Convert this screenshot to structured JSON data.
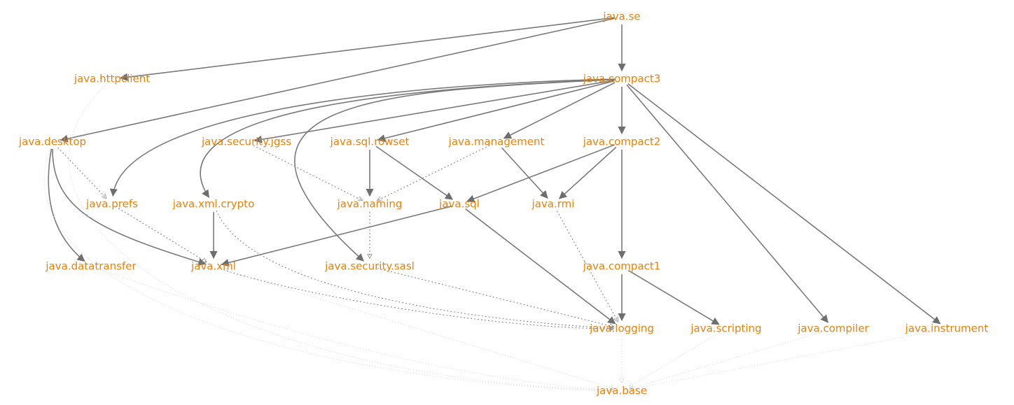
{
  "diagram": {
    "node_color": "#e8820c",
    "edge_color": "#7a7a7a",
    "nodes": [
      {
        "id": "java.se",
        "label": "java.se"
      },
      {
        "id": "java.httpclient",
        "label": "java.httpclient"
      },
      {
        "id": "java.compact3",
        "label": "java.compact3"
      },
      {
        "id": "java.desktop",
        "label": "java.desktop"
      },
      {
        "id": "java.security.jgss",
        "label": "java.security.jgss"
      },
      {
        "id": "java.sql.rowset",
        "label": "java.sql.rowset"
      },
      {
        "id": "java.management",
        "label": "java.management"
      },
      {
        "id": "java.compact2",
        "label": "java.compact2"
      },
      {
        "id": "java.prefs",
        "label": "java.prefs"
      },
      {
        "id": "java.xml.crypto",
        "label": "java.xml.crypto"
      },
      {
        "id": "java.naming",
        "label": "java.naming"
      },
      {
        "id": "java.sql",
        "label": "java.sql"
      },
      {
        "id": "java.rmi",
        "label": "java.rmi"
      },
      {
        "id": "java.datatransfer",
        "label": "java.datatransfer"
      },
      {
        "id": "java.xml",
        "label": "java.xml"
      },
      {
        "id": "java.security.sasl",
        "label": "java.security.sasl"
      },
      {
        "id": "java.compact1",
        "label": "java.compact1"
      },
      {
        "id": "java.logging",
        "label": "java.logging"
      },
      {
        "id": "java.scripting",
        "label": "java.scripting"
      },
      {
        "id": "java.compiler",
        "label": "java.compiler"
      },
      {
        "id": "java.instrument",
        "label": "java.instrument"
      },
      {
        "id": "java.base",
        "label": "java.base"
      }
    ],
    "edges": [
      {
        "from": "java.se",
        "to": "java.httpclient",
        "style": "solid"
      },
      {
        "from": "java.se",
        "to": "java.compact3",
        "style": "solid"
      },
      {
        "from": "java.se",
        "to": "java.desktop",
        "style": "solid"
      },
      {
        "from": "java.compact3",
        "to": "java.prefs",
        "style": "solid"
      },
      {
        "from": "java.compact3",
        "to": "java.xml.crypto",
        "style": "solid"
      },
      {
        "from": "java.compact3",
        "to": "java.security.sasl",
        "style": "solid"
      },
      {
        "from": "java.compact3",
        "to": "java.security.jgss",
        "style": "solid"
      },
      {
        "from": "java.compact3",
        "to": "java.sql.rowset",
        "style": "solid"
      },
      {
        "from": "java.compact3",
        "to": "java.management",
        "style": "solid"
      },
      {
        "from": "java.compact3",
        "to": "java.compact2",
        "style": "solid"
      },
      {
        "from": "java.compact3",
        "to": "java.compiler",
        "style": "solid"
      },
      {
        "from": "java.compact3",
        "to": "java.instrument",
        "style": "solid"
      },
      {
        "from": "java.desktop",
        "to": "java.prefs",
        "style": "dotted"
      },
      {
        "from": "java.desktop",
        "to": "java.datatransfer",
        "style": "solid"
      },
      {
        "from": "java.desktop",
        "to": "java.xml",
        "style": "solid"
      },
      {
        "from": "java.security.jgss",
        "to": "java.naming",
        "style": "dotted"
      },
      {
        "from": "java.sql.rowset",
        "to": "java.naming",
        "style": "solid"
      },
      {
        "from": "java.sql.rowset",
        "to": "java.sql",
        "style": "solid"
      },
      {
        "from": "java.management",
        "to": "java.naming",
        "style": "dotted"
      },
      {
        "from": "java.management",
        "to": "java.rmi",
        "style": "solid"
      },
      {
        "from": "java.compact2",
        "to": "java.sql",
        "style": "solid"
      },
      {
        "from": "java.compact2",
        "to": "java.rmi",
        "style": "solid"
      },
      {
        "from": "java.compact2",
        "to": "java.compact1",
        "style": "solid"
      },
      {
        "from": "java.prefs",
        "to": "java.xml",
        "style": "dotted"
      },
      {
        "from": "java.xml.crypto",
        "to": "java.xml",
        "style": "solid"
      },
      {
        "from": "java.xml.crypto",
        "to": "java.logging",
        "style": "dotted"
      },
      {
        "from": "java.naming",
        "to": "java.security.sasl",
        "style": "dotted"
      },
      {
        "from": "java.sql",
        "to": "java.xml",
        "style": "solid"
      },
      {
        "from": "java.sql",
        "to": "java.logging",
        "style": "solid"
      },
      {
        "from": "java.rmi",
        "to": "java.logging",
        "style": "dotted"
      },
      {
        "from": "java.security.sasl",
        "to": "java.logging",
        "style": "dotted"
      },
      {
        "from": "java.compact1",
        "to": "java.logging",
        "style": "solid"
      },
      {
        "from": "java.compact1",
        "to": "java.scripting",
        "style": "solid"
      },
      {
        "from": "java.xml",
        "to": "java.logging",
        "style": "dotted"
      },
      {
        "from": "java.httpclient",
        "to": "java.base",
        "style": "faint"
      },
      {
        "from": "java.desktop",
        "to": "java.base",
        "style": "faint"
      },
      {
        "from": "java.datatransfer",
        "to": "java.base",
        "style": "faint"
      },
      {
        "from": "java.xml",
        "to": "java.base",
        "style": "faint"
      },
      {
        "from": "java.logging",
        "to": "java.base",
        "style": "faint"
      },
      {
        "from": "java.scripting",
        "to": "java.base",
        "style": "faint"
      },
      {
        "from": "java.compiler",
        "to": "java.base",
        "style": "faint"
      },
      {
        "from": "java.instrument",
        "to": "java.base",
        "style": "faint"
      }
    ]
  }
}
